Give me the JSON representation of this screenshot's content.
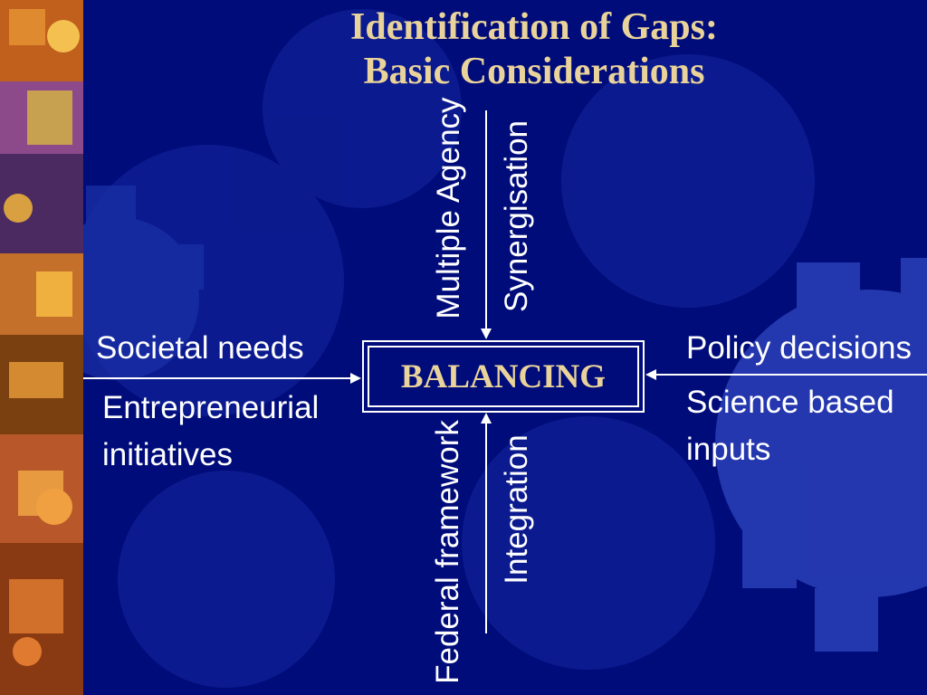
{
  "slide": {
    "title_line1": "Identification of Gaps:",
    "title_line2": "Basic Considerations",
    "center_label": "BALANCING",
    "top_labels": [
      "Multiple Agency",
      "Synergisation"
    ],
    "bottom_labels": [
      "Federal framework",
      "Integration"
    ],
    "left_labels": [
      "Societal needs",
      "Entrepreneurial",
      "initiatives"
    ],
    "right_labels": [
      "Policy decisions",
      "Science based",
      "inputs"
    ]
  },
  "colors": {
    "background": "#000c7a",
    "title": "#e9d39a",
    "text": "#ffffff",
    "gear": "#2a3fb8"
  }
}
